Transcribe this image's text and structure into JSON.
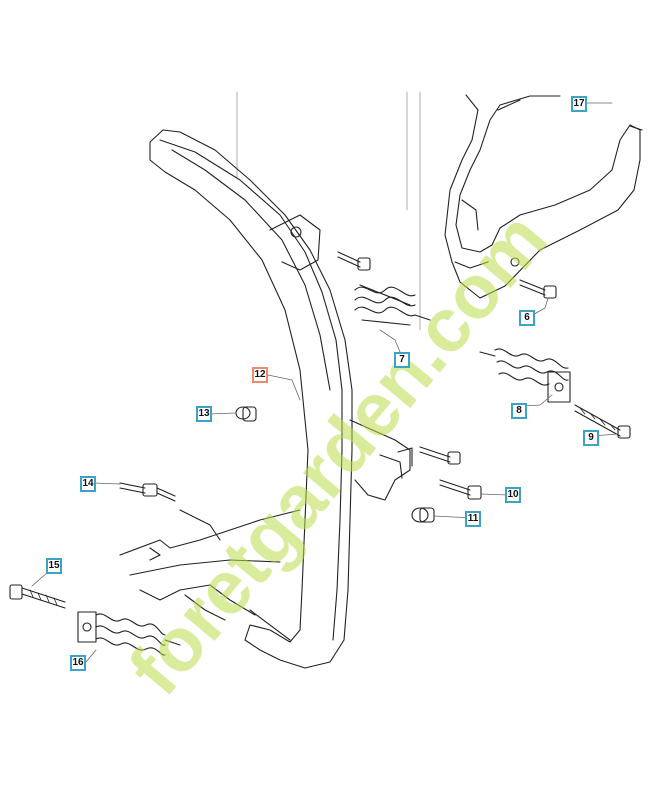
{
  "parts": [
    {
      "id": "p6",
      "num": "6",
      "highlight": false
    },
    {
      "id": "p7",
      "num": "7",
      "highlight": false
    },
    {
      "id": "p8",
      "num": "8",
      "highlight": false
    },
    {
      "id": "p9",
      "num": "9",
      "highlight": false
    },
    {
      "id": "p10",
      "num": "10",
      "highlight": false
    },
    {
      "id": "p11",
      "num": "11",
      "highlight": false
    },
    {
      "id": "p12",
      "num": "12",
      "highlight": true
    },
    {
      "id": "p13",
      "num": "13",
      "highlight": false
    },
    {
      "id": "p14",
      "num": "14",
      "highlight": false
    },
    {
      "id": "p15",
      "num": "15",
      "highlight": false
    },
    {
      "id": "p16",
      "num": "16",
      "highlight": false
    },
    {
      "id": "p17",
      "num": "17",
      "highlight": false
    }
  ],
  "watermark": "foretgarden.com",
  "colors": {
    "callout_border": "#3aa3c6",
    "callout_highlight": "#f08a6a",
    "line": "#222222",
    "watermark_green": "#b9dc4a",
    "watermark_orange": "#f2a24a"
  }
}
